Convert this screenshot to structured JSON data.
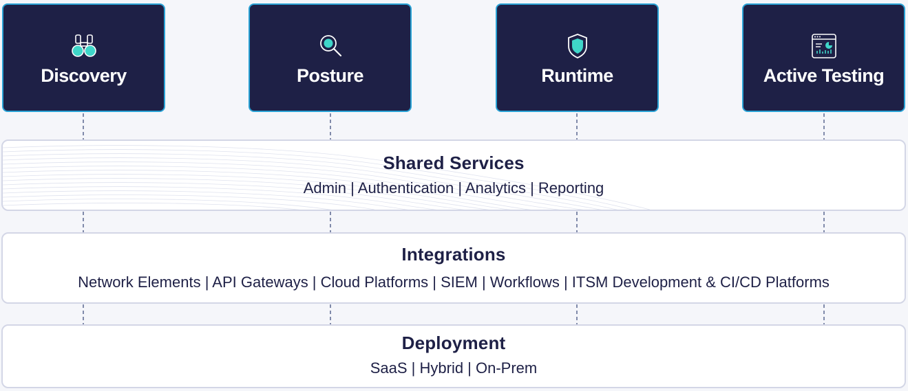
{
  "modules": [
    {
      "label": "Discovery",
      "icon": "binoculars-icon"
    },
    {
      "label": "Posture",
      "icon": "magnifier-icon"
    },
    {
      "label": "Runtime",
      "icon": "shield-icon"
    },
    {
      "label": "Active Testing",
      "icon": "dashboard-window-icon"
    }
  ],
  "layers": {
    "shared": {
      "title": "Shared Services",
      "items": "Admin | Authentication | Analytics | Reporting"
    },
    "integrations": {
      "title": "Integrations",
      "items": "Network Elements | API Gateways | Cloud Platforms | SIEM | Workflows | ITSM Development & CI/CD Platforms"
    },
    "deployment": {
      "title": "Deployment",
      "items": "SaaS | Hybrid | On-Prem"
    }
  },
  "colors": {
    "card_fill": "#1e2046",
    "card_border": "#2aa3d6",
    "icon_accent": "#3fd6c9",
    "layer_border": "#d3d6e6",
    "connector": "#5a6690",
    "background": "#f5f6fa"
  }
}
